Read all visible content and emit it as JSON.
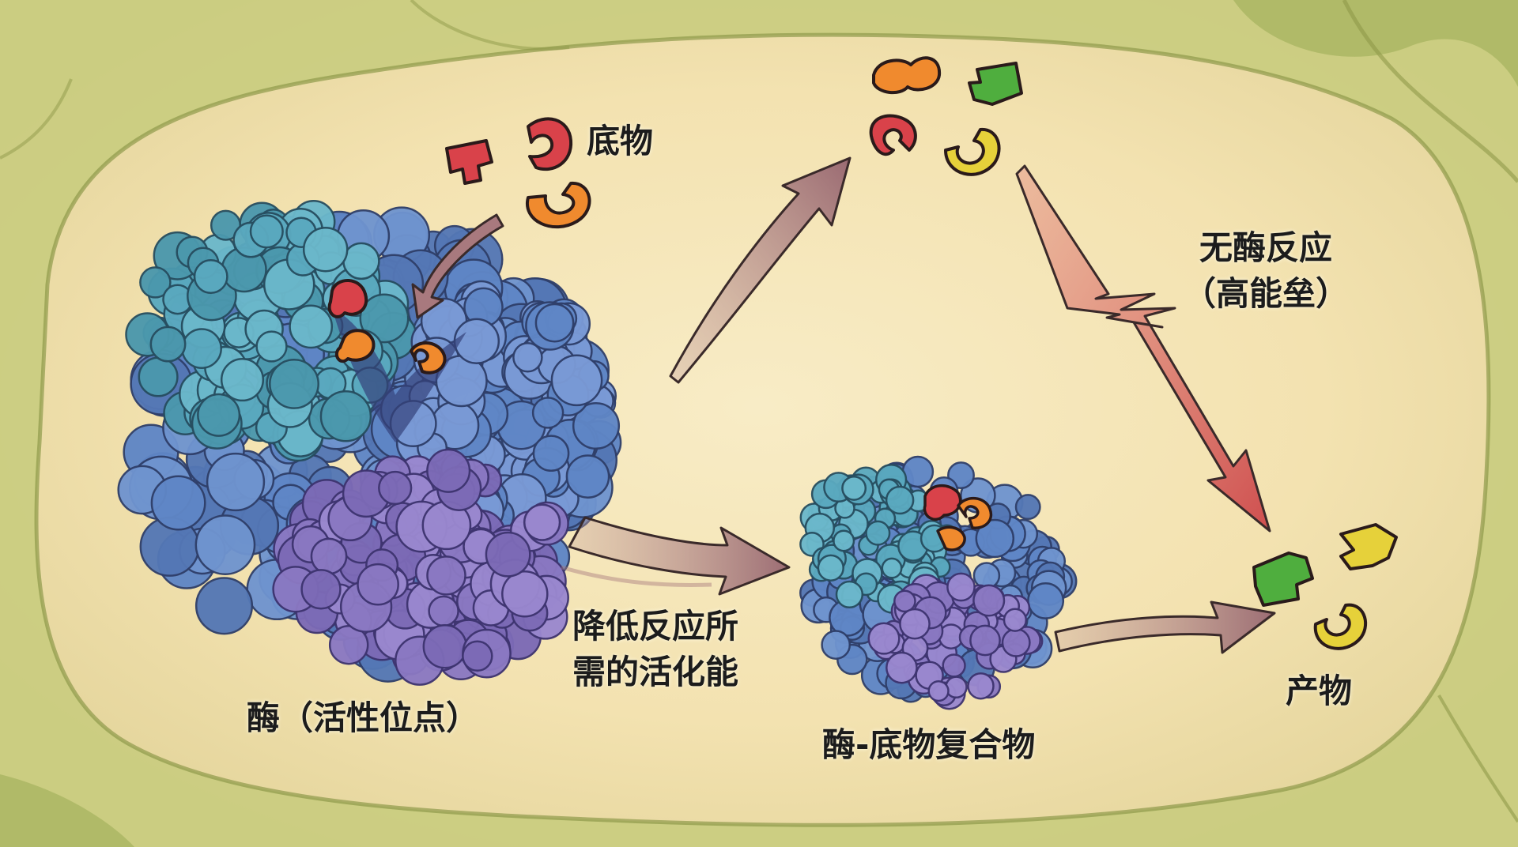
{
  "labels": {
    "substrate": "底物",
    "enzyme": "酶（活性位点）",
    "complex": "酶-底物复合物",
    "product": "产物",
    "uncatalyzed_line1": "无酶反应",
    "uncatalyzed_line2": "（高能垒）",
    "catalyzed_line1": "降低反应所",
    "catalyzed_line2": "需的活化能"
  },
  "colors": {
    "background": "#f4e6b8",
    "membrane": "#b9c46a",
    "protein_blue": "#5f86c6",
    "protein_teal": "#5aa9bf",
    "protein_purple": "#8a78c2",
    "substrate_red": "#d9424a",
    "substrate_orange": "#f08a2e",
    "product_green": "#4fae3e",
    "product_yellow": "#e6d13a",
    "arrow_mauve": "#a8797e",
    "arrow_red": "#d4625c"
  }
}
